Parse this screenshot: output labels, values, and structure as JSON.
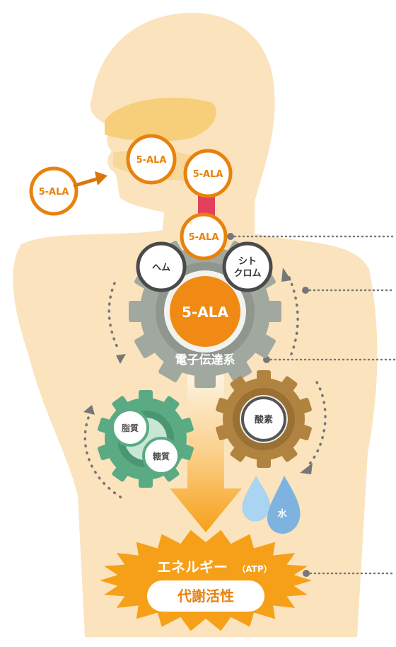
{
  "labels": {
    "ala_outside": "5-ALA",
    "ala_mouth": "5-ALA",
    "ala_throat": "5-ALA",
    "ala_chest": "5-ALA",
    "ala_core": "5-ALA",
    "heme": "ヘム",
    "cytochrome_line1": "シト",
    "cytochrome_line2": "クロム",
    "electron_transport": "電子伝達系",
    "oxygen": "酸素",
    "lipid": "脂質",
    "sugar": "糖質",
    "water": "水",
    "energy": "エネルギー",
    "atp": "（ATP）",
    "metabolism": "代謝活性"
  },
  "colors": {
    "skin": "#fbe3bd",
    "tongue": "#f7cf7a",
    "ala_orange": "#e8820c",
    "gear_gray": "#a0a89f",
    "gear_green": "#5aab84",
    "gear_brown": "#b08440",
    "throat_red": "#e2405c",
    "burst_orange": "#f6a01a",
    "water_blue": "#8ec4ec"
  },
  "icons": [
    "arrow-icon",
    "water-drop-icon",
    "gear-icon",
    "burst-icon"
  ]
}
